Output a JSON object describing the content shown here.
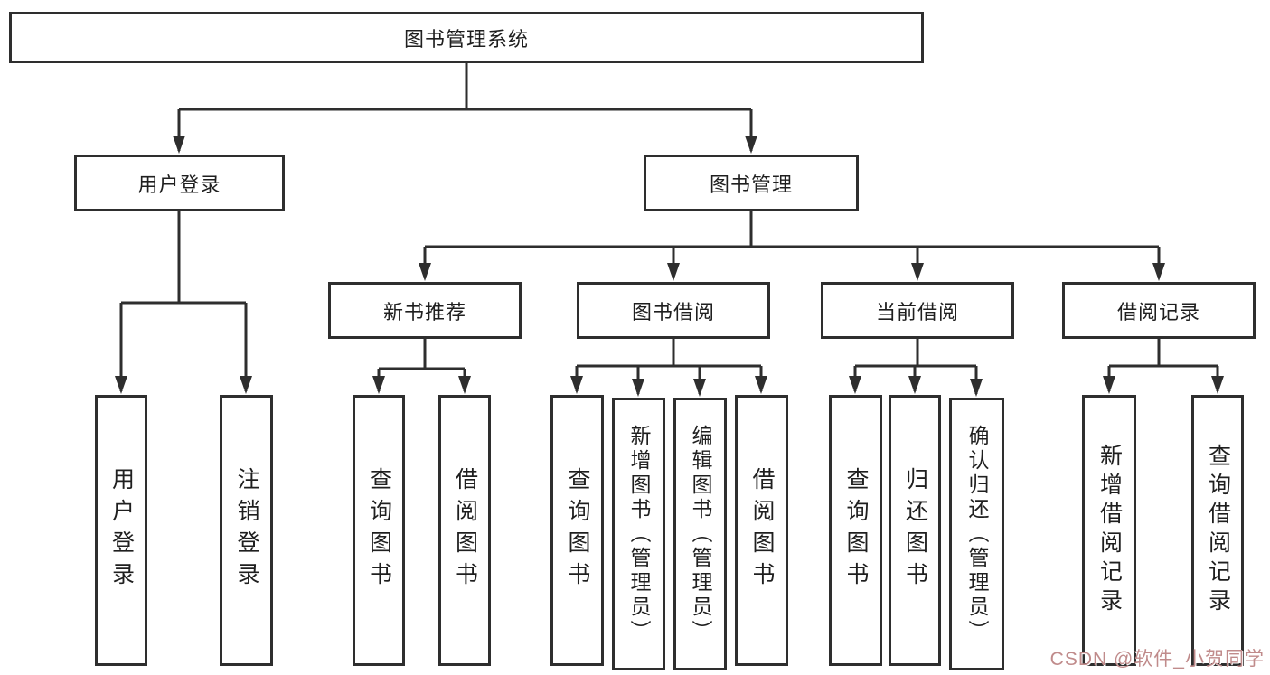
{
  "diagram_type": "hierarchy",
  "tree": {
    "label": "图书管理系统",
    "children": [
      {
        "label": "用户登录",
        "children": [
          {
            "label": "用户登录"
          },
          {
            "label": "注销登录"
          }
        ]
      },
      {
        "label": "图书管理",
        "children": [
          {
            "label": "新书推荐",
            "children": [
              {
                "label": "查询图书"
              },
              {
                "label": "借阅图书"
              }
            ]
          },
          {
            "label": "图书借阅",
            "children": [
              {
                "label": "查询图书"
              },
              {
                "label": "新增图书（管理员）"
              },
              {
                "label": "编辑图书（管理员）"
              },
              {
                "label": "借阅图书"
              }
            ]
          },
          {
            "label": "当前借阅",
            "children": [
              {
                "label": "查询图书"
              },
              {
                "label": "归还图书"
              },
              {
                "label": "确认归还（管理员）"
              }
            ]
          },
          {
            "label": "借阅记录",
            "children": [
              {
                "label": "新增借阅记录"
              },
              {
                "label": "查询借阅记录"
              }
            ]
          }
        ]
      }
    ]
  },
  "watermark": {
    "text": "CSDN @软件_小贺同学"
  },
  "colors": {
    "background": "#ffffff",
    "line": "#2e2e2e",
    "box_border": "#2e2e2e",
    "text": "#1f1f1f",
    "watermark": "#c08b8b"
  }
}
